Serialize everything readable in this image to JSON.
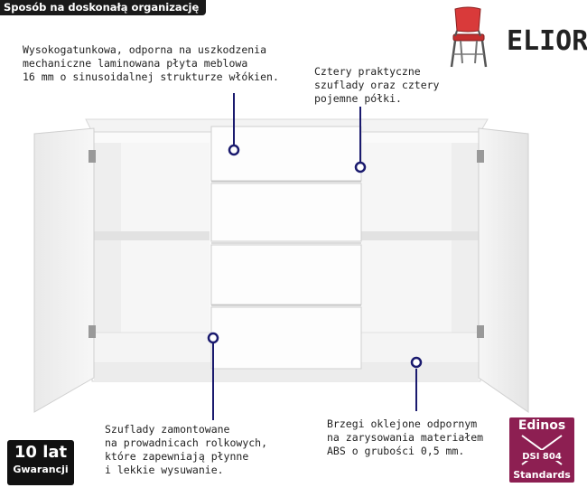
{
  "header": {
    "title": "Sposób na doskonałą organizację"
  },
  "logo": {
    "brand": "ELIOR",
    "icon": "chair-icon"
  },
  "callouts": {
    "top_left": "Wysokogatunkowa, odporna na uszkodzenia\nmechaniczne laminowana płyta meblowa\n16 mm o sinusoidalnej strukturze włókien.",
    "top_right": "Cztery praktyczne\nszuflady oraz cztery\npojemne półki.",
    "bottom_left": "Szuflady zamontowane\nna prowadnicach rolkowych,\nktóre zapewniają płynne\ni lekkie wysuwanie.",
    "bottom_right": "Brzegi oklejone odpornym\nna zarysowania materiałem\nABS o grubości 0,5 mm."
  },
  "warranty_badge": {
    "years": "10 lat",
    "label": "Gwarancji"
  },
  "certification": {
    "brand": "Edinos",
    "mark": "DSI 804",
    "standards": "Standards"
  },
  "colors": {
    "accent": "#1a1a6e",
    "header_bg": "#1a1a1a",
    "cert_bg": "#8d1f52",
    "chair_red": "#d93a3a"
  }
}
